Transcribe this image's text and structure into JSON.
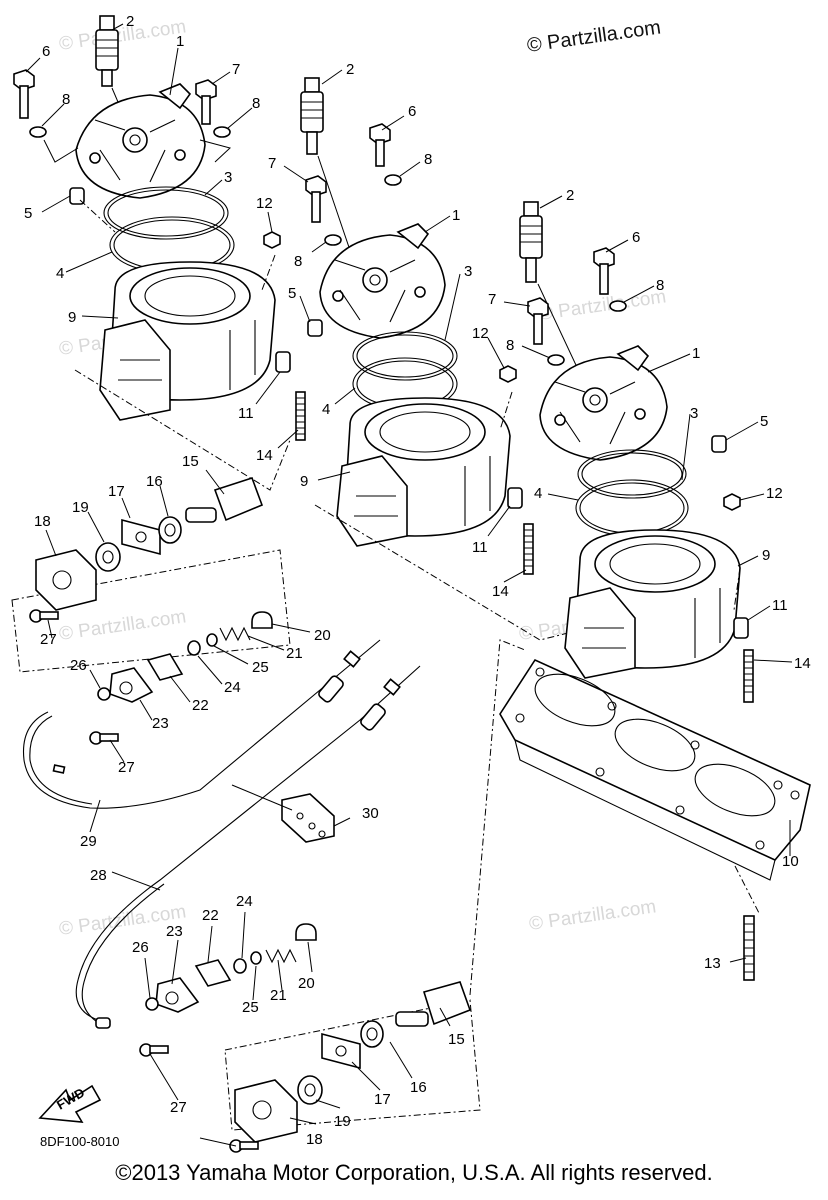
{
  "copyright_top": "© Partzilla.com",
  "watermark": "© Partzilla.com",
  "drawing_code": "8DF100-8010",
  "fwd_label": "FWD",
  "footer": "©2013 Yamaha Motor Corporation, U.S.A. All rights reserved.",
  "callouts": {
    "c1a": "1",
    "c2a": "2",
    "c3a": "3",
    "c4a": "4",
    "c5a": "5",
    "c6a": "6",
    "c7a": "7",
    "c8a": "8",
    "c8b": "8",
    "c9a": "9",
    "c11a": "11",
    "c12a": "12",
    "c14a": "14",
    "c1b": "1",
    "c2b": "2",
    "c3b": "3",
    "c4b": "4",
    "c5b": "5",
    "c6b": "6",
    "c7b": "7",
    "c8c": "8",
    "c8d": "8",
    "c9b": "9",
    "c11b": "11",
    "c12b": "12",
    "c14b": "14",
    "c1c": "1",
    "c2c": "2",
    "c3c": "3",
    "c4c": "4",
    "c5c": "5",
    "c6c": "6",
    "c7c": "7",
    "c8e": "8",
    "c8f": "8",
    "c9c": "9",
    "c11c": "11",
    "c12c": "12",
    "c14c": "14",
    "c10": "10",
    "c13": "13",
    "c15a": "15",
    "c16a": "16",
    "c17a": "17",
    "c18a": "18",
    "c19a": "19",
    "c20a": "20",
    "c21a": "21",
    "c22a": "22",
    "c23a": "23",
    "c24a": "24",
    "c25a": "25",
    "c26a": "26",
    "c27a": "27",
    "c27b": "27",
    "c28": "28",
    "c29": "29",
    "c30": "30",
    "c15b": "15",
    "c16b": "16",
    "c17b": "17",
    "c18b": "18",
    "c19b": "19",
    "c20b": "20",
    "c21b": "21",
    "c22b": "22",
    "c23b": "23",
    "c24b": "24",
    "c25b": "25",
    "c26b": "26",
    "c27c": "27"
  }
}
